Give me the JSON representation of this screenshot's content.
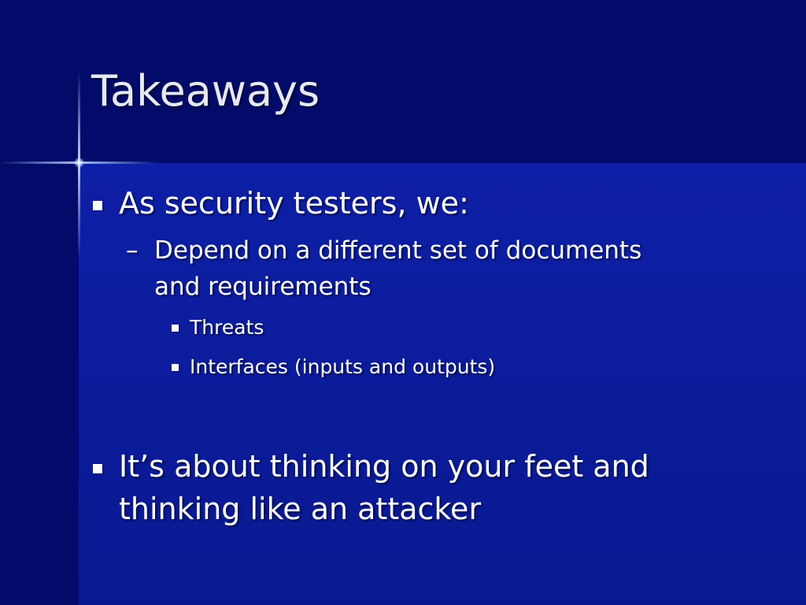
{
  "slide": {
    "title": "Takeaways",
    "bullets": [
      {
        "text": "As security testers, we:",
        "sub": [
          {
            "marker": "–",
            "lines": [
              "Depend on a different set of documents",
              "and requirements"
            ],
            "sub": [
              {
                "text": "Threats"
              },
              {
                "text": "Interfaces (inputs and outputs)"
              }
            ]
          }
        ]
      },
      {
        "lines": [
          "It’s about thinking on your feet and",
          "thinking like an attacker"
        ]
      }
    ]
  },
  "colors": {
    "background_dark": "#020b6a",
    "background_panel": "#0b1c9a",
    "text": "#ffffff",
    "title_text": "#e6e9f2"
  }
}
